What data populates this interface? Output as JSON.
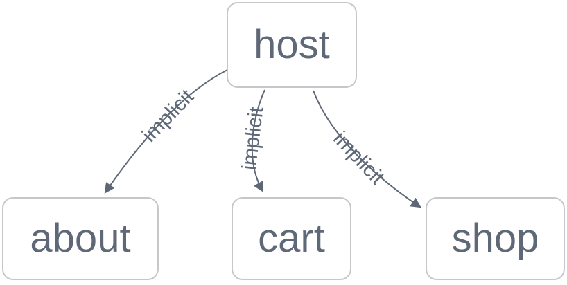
{
  "diagram": {
    "type": "graph",
    "nodes": [
      {
        "id": "host",
        "label": "host"
      },
      {
        "id": "about",
        "label": "about"
      },
      {
        "id": "cart",
        "label": "cart"
      },
      {
        "id": "shop",
        "label": "shop"
      }
    ],
    "edges": [
      {
        "from": "host",
        "to": "about",
        "label": "implicit"
      },
      {
        "from": "host",
        "to": "cart",
        "label": "implicit"
      },
      {
        "from": "host",
        "to": "shop",
        "label": "implicit"
      }
    ],
    "colors": {
      "background": "#ffffff",
      "node_fill": "#ffffff",
      "node_border": "#c6c7ca",
      "node_text": "#5f6877",
      "edge": "#5e6775",
      "edge_label": "#5f6877"
    }
  }
}
